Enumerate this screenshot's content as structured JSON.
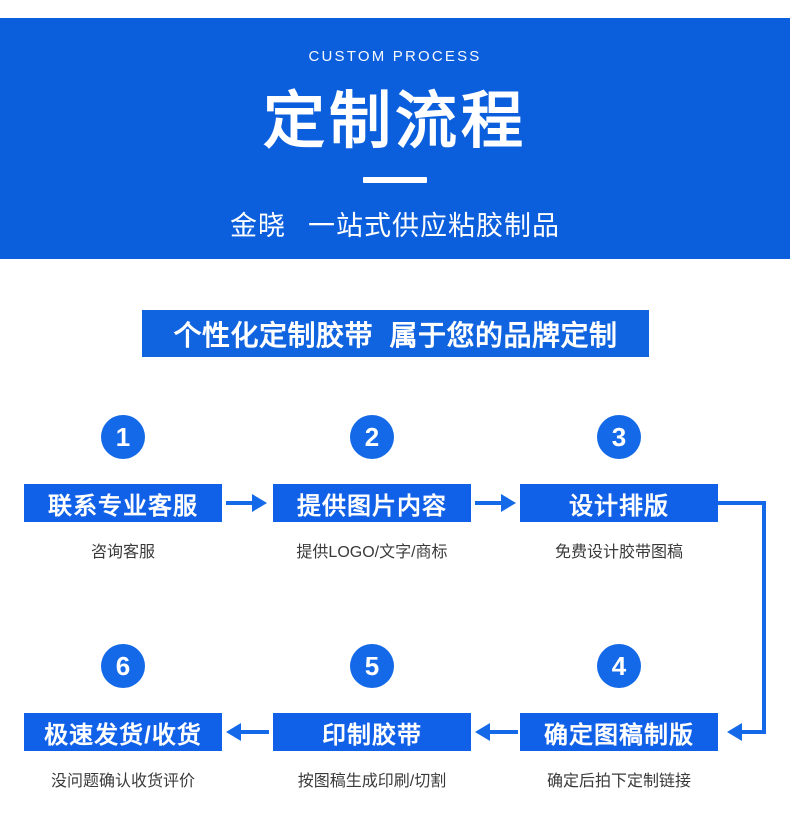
{
  "hero": {
    "eyebrow": "CUSTOM PROCESS",
    "title": "定制流程",
    "subtitle_brand": "金晓",
    "subtitle_text": "一站式供应粘胶制品",
    "bg_color": "#0B5FDC",
    "text_color": "#ffffff"
  },
  "headline": {
    "text": "个性化定制胶带  属于您的品牌定制",
    "bg_color": "#1164DF",
    "text_color": "#ffffff"
  },
  "flow": {
    "accent_color": "#1060E8",
    "circle_color": "#1469E8",
    "caption_color": "#3a3a3a",
    "steps": [
      {
        "number": "1",
        "title": "联系专业客服",
        "caption": "咨询客服"
      },
      {
        "number": "2",
        "title": "提供图片内容",
        "caption": "提供LOGO/文字/商标"
      },
      {
        "number": "3",
        "title": "设计排版",
        "caption": "免费设计胶带图稿"
      },
      {
        "number": "4",
        "title": "确定图稿制版",
        "caption": "确定后拍下定制链接"
      },
      {
        "number": "5",
        "title": "印制胶带",
        "caption": "按图稿生成印刷/切割"
      },
      {
        "number": "6",
        "title": "极速发货/收货",
        "caption": "没问题确认收货评价"
      }
    ]
  }
}
